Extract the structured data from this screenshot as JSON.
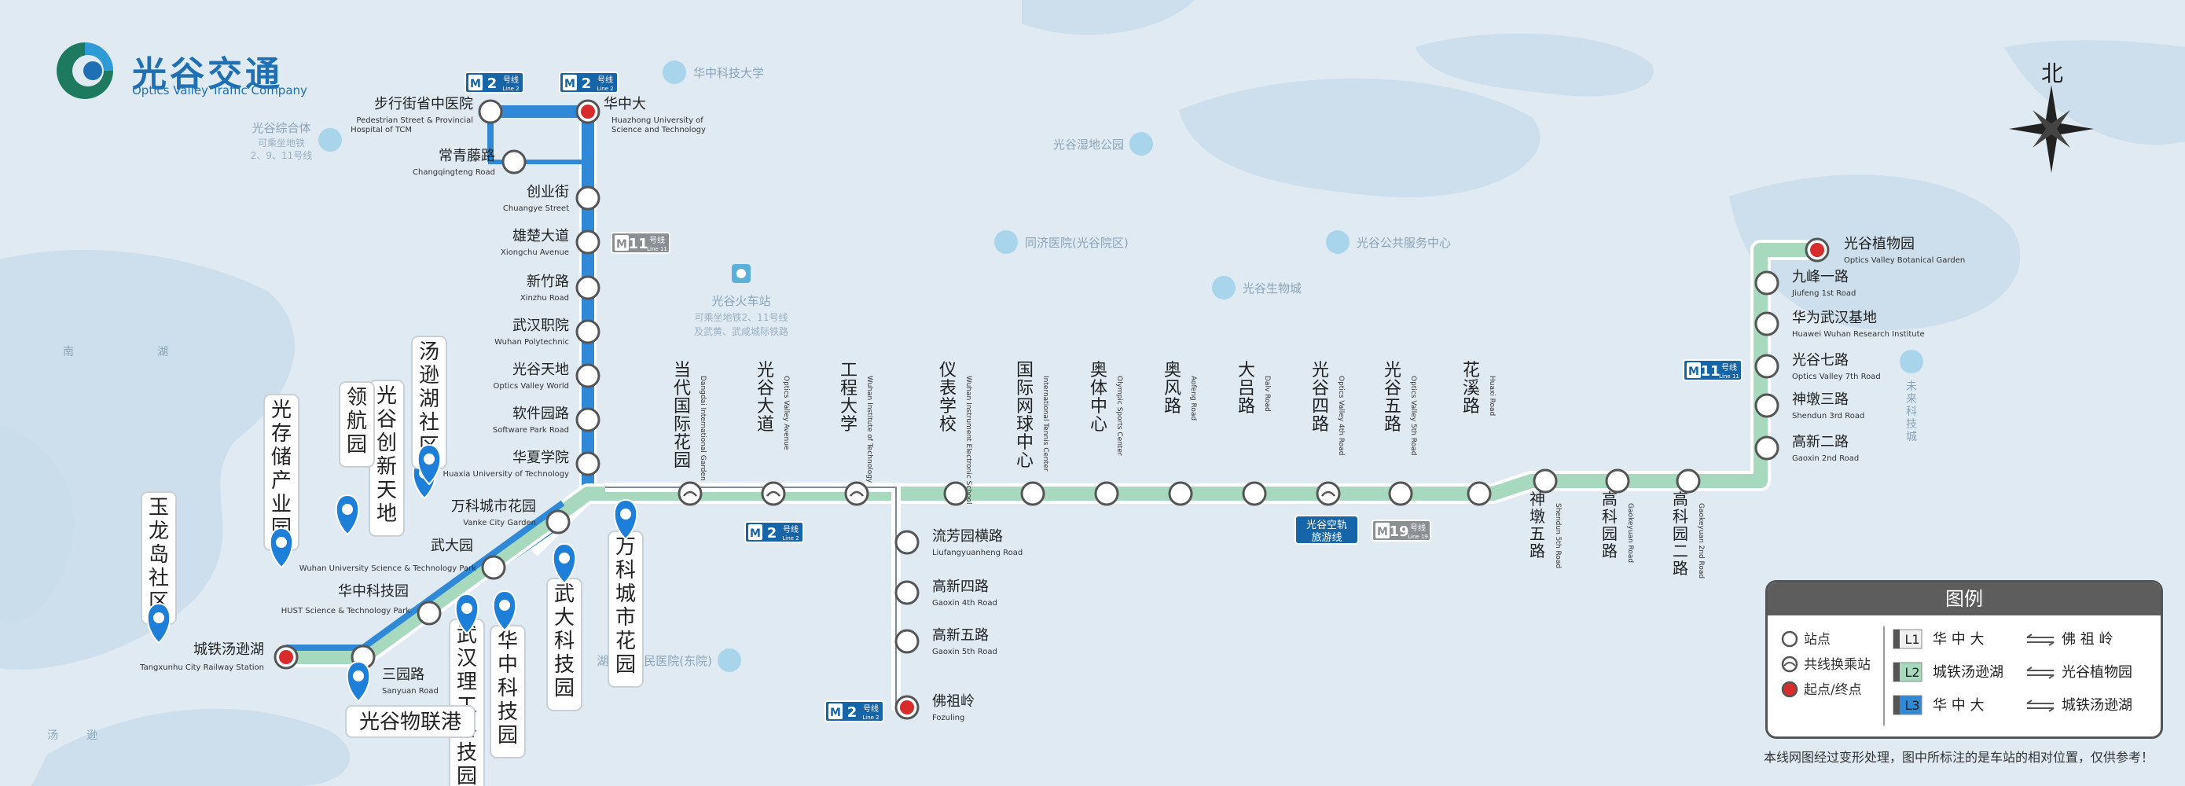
{
  "brand": {
    "name_cn": "光谷交通",
    "name_en": "Optics Valley Traffic Company"
  },
  "compass_label": "北",
  "colors": {
    "line_blue": "#2f89d6",
    "line_green": "#a6d9bd",
    "terminal": "#d82b2b",
    "metro_badge": "#1565a8",
    "pin": "#1e7fd8"
  },
  "stations_blue": [
    {
      "cn": "华中大",
      "en": "Huazhong University of Science and Technology",
      "type": "terminal"
    },
    {
      "cn": "步行街省中医院",
      "en": "Pedestrian Street & Provincial Hospital of TCM",
      "type": "normal"
    },
    {
      "cn": "常青藤路",
      "en": "Changqingteng Road",
      "type": "normal"
    },
    {
      "cn": "创业街",
      "en": "Chuangye Street",
      "type": "normal"
    },
    {
      "cn": "雄楚大道",
      "en": "Xiongchu Avenue",
      "type": "normal"
    },
    {
      "cn": "新竹路",
      "en": "Xinzhu Road",
      "type": "normal"
    },
    {
      "cn": "武汉职院",
      "en": "Wuhan Polytechnic",
      "type": "normal"
    },
    {
      "cn": "光谷天地",
      "en": "Optics Valley World",
      "type": "normal"
    },
    {
      "cn": "软件园路",
      "en": "Software Park Road",
      "type": "normal"
    },
    {
      "cn": "华夏学院",
      "en": "Huaxia University of Technology",
      "type": "normal"
    }
  ],
  "stations_trunk": [
    {
      "cn": "万科城市花园",
      "en": "Vanke City Garden"
    },
    {
      "cn": "武大园",
      "en": "Wuhan University Science & Technology Park"
    },
    {
      "cn": "华中科技园",
      "en": "HUST Science & Technology Park"
    },
    {
      "cn": "三园路",
      "en": "Sanyuan Road"
    },
    {
      "cn": "城铁汤逊湖",
      "en": "Tangxunhu City Railway Station"
    }
  ],
  "stations_green": [
    {
      "cn": "当代国际花园",
      "en": "Dangdai International Garden",
      "transfer": true
    },
    {
      "cn": "光谷大道",
      "en": "Optics Valley Avenue",
      "transfer": true
    },
    {
      "cn": "工程大学",
      "en": "Wuhan Institute of Technology",
      "transfer": true
    },
    {
      "cn": "仪表学校",
      "en": "Wuhan Instrument Electronic School",
      "transfer": false
    },
    {
      "cn": "国际网球中心",
      "en": "International Tennis Center",
      "transfer": false
    },
    {
      "cn": "奥体中心",
      "en": "Olympic Sports Center",
      "transfer": false
    },
    {
      "cn": "奥风路",
      "en": "Aofeng Road",
      "transfer": false
    },
    {
      "cn": "大吕路",
      "en": "Dalv Road",
      "transfer": false
    },
    {
      "cn": "光谷四路",
      "en": "Optics Valley 4th Road",
      "transfer": true
    },
    {
      "cn": "光谷五路",
      "en": "Optics Valley 5th Road",
      "transfer": false
    },
    {
      "cn": "花溪路",
      "en": "Huaxi Road",
      "transfer": false
    }
  ],
  "stations_east_bottom": [
    {
      "cn": "神墩五路",
      "en": "Shendun 5th Road"
    },
    {
      "cn": "高科园路",
      "en": "Gaokeyuan Road"
    },
    {
      "cn": "高科园二路",
      "en": "Gaokeyuan 2nd Road"
    }
  ],
  "stations_east_right": [
    {
      "cn": "高新二路",
      "en": "Gaoxin 2nd Road",
      "type": "normal"
    },
    {
      "cn": "神墩三路",
      "en": "Shendun 3rd Road",
      "type": "normal"
    },
    {
      "cn": "光谷七路",
      "en": "Optics Valley 7th Road",
      "type": "normal"
    },
    {
      "cn": "华为武汉基地",
      "en": "Huawei Wuhan Research Institute",
      "type": "normal"
    },
    {
      "cn": "九峰一路",
      "en": "Jiufeng 1st Road",
      "type": "normal"
    },
    {
      "cn": "光谷植物园",
      "en": "Optics Valley Botanical Garden",
      "type": "terminal"
    }
  ],
  "stations_south": [
    {
      "cn": "流芳园横路",
      "en": "Liufangyuanheng Road",
      "type": "normal"
    },
    {
      "cn": "高新四路",
      "en": "Gaoxin 4th Road",
      "type": "normal"
    },
    {
      "cn": "高新五路",
      "en": "Gaoxin 5th Road",
      "type": "normal"
    },
    {
      "cn": "佛祖岭",
      "en": "Fozuling",
      "type": "terminal"
    }
  ],
  "metro_badges": [
    {
      "num": "2",
      "cn": "号线",
      "en": "Line 2",
      "style": "blue"
    },
    {
      "num": "2",
      "cn": "号线",
      "en": "Line 2",
      "style": "blue"
    },
    {
      "num": "11",
      "cn": "号线",
      "en": "Line 11",
      "style": "gray"
    },
    {
      "num": "2",
      "cn": "号线",
      "en": "Line 2",
      "style": "blue"
    },
    {
      "num": "19",
      "cn": "号线",
      "en": "Line 19",
      "style": "gray"
    },
    {
      "num": "2",
      "cn": "号线",
      "en": "Line 2",
      "style": "blue"
    },
    {
      "num": "11",
      "cn": "号线",
      "en": "Line 11",
      "style": "blue"
    }
  ],
  "metro_letter": "M",
  "tram_badge": {
    "line1": "光谷空轨",
    "line2": "旅游线"
  },
  "landmarks": [
    {
      "name": "华中科技大学",
      "sub": ""
    },
    {
      "name": "光谷综合体",
      "sub": "可乘坐地铁 2、9、11号线"
    },
    {
      "name": "光谷湿地公园",
      "sub": ""
    },
    {
      "name": "同济医院(光谷院区)",
      "sub": ""
    },
    {
      "name": "光谷公共服务中心",
      "sub": ""
    },
    {
      "name": "光谷生物城",
      "sub": ""
    },
    {
      "name": "光谷火车站",
      "sub": "可乘坐地铁2、11号线 及武黄、武咸城际铁路"
    },
    {
      "name": "湖北省人民医院(东院)",
      "sub": ""
    },
    {
      "name": "未来科技城",
      "sub": ""
    }
  ],
  "pins": [
    "玉龙岛社区",
    "光存储产业园",
    "光谷创新天地",
    "领航园",
    "汤逊湖社区",
    "万科城市花园",
    "武大科技园",
    "华中科技园",
    "武汉理工科技园",
    "光谷物联港"
  ],
  "water_labels": [
    "南",
    "湖",
    "汤",
    "逊"
  ],
  "legend": {
    "title": "图例",
    "station": "站点",
    "transfer": "共线换乘站",
    "terminal": "起点/终点",
    "routes": [
      {
        "code": "L1",
        "from": "华 中 大",
        "to": "佛 祖 岭",
        "color": "#f0f0f0"
      },
      {
        "code": "L2",
        "from": "城铁汤逊湖",
        "to": "光谷植物园",
        "color": "#a6d9bd"
      },
      {
        "code": "L3",
        "from": "华 中 大",
        "to": "城铁汤逊湖",
        "color": "#2f89d6"
      }
    ]
  },
  "note": "本线网图经过变形处理，图中所标注的是车站的相对位置，仅供参考！"
}
